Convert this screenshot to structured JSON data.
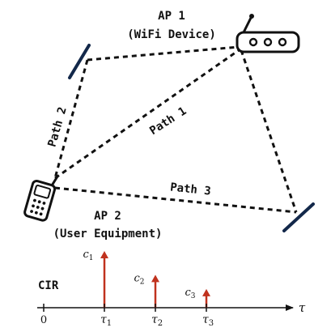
{
  "ap1": {
    "title": "AP 1",
    "subtitle": "(WiFi Device)",
    "icon": "router-icon"
  },
  "ap2": {
    "title": "AP 2",
    "subtitle": "(User Equipment)",
    "icon": "mobile-phone-icon"
  },
  "paths": {
    "p1": "Path 1",
    "p2": "Path 2",
    "p3": "Path 3"
  },
  "cir": {
    "label": "CIR",
    "axis_label": "τ",
    "origin_label": "0",
    "taps": [
      {
        "coef": "c",
        "coef_sub": "1",
        "delay": "τ",
        "delay_sub": "1",
        "amplitude": 1.0
      },
      {
        "coef": "c",
        "coef_sub": "2",
        "delay": "τ",
        "delay_sub": "2",
        "amplitude": 0.58
      },
      {
        "coef": "c",
        "coef_sub": "3",
        "delay": "τ",
        "delay_sub": "3",
        "amplitude": 0.33
      }
    ]
  },
  "colors": {
    "impulse": "#c0321e",
    "reflector": "#13284a",
    "ink": "#111111"
  }
}
